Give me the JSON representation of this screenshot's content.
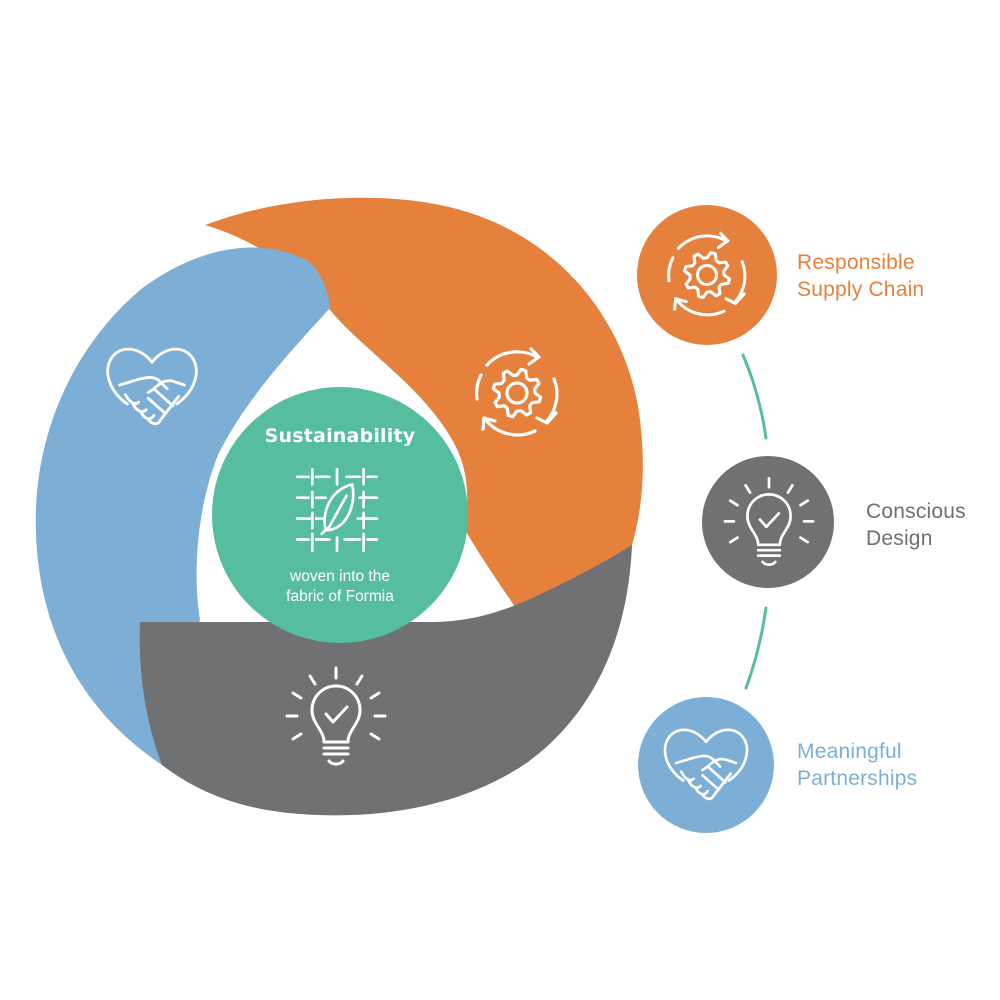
{
  "colors": {
    "orange": "#E5803D",
    "blue": "#7DAFD6",
    "gray": "#707173",
    "teal": "#56BE9E",
    "white": "#FFFFFF"
  },
  "center": {
    "title": "Sustainability",
    "subtitle_line1": "woven into the",
    "subtitle_line2": "fabric of Formia",
    "icon": "woven-leaf-icon"
  },
  "segments": [
    {
      "name": "orange-segment",
      "icon": "gear-cycle-icon"
    },
    {
      "name": "blue-segment",
      "icon": "heart-handshake-icon"
    },
    {
      "name": "gray-segment",
      "icon": "lightbulb-check-icon"
    }
  ],
  "legend": [
    {
      "line1": "Responsible",
      "line2": "Supply Chain",
      "icon": "gear-cycle-icon",
      "color": "#E5803D",
      "text_color": "#E5803D"
    },
    {
      "line1": "Conscious",
      "line2": "Design",
      "icon": "lightbulb-check-icon",
      "color": "#707173",
      "text_color": "#6E6F71"
    },
    {
      "line1": "Meaningful",
      "line2": "Partnerships",
      "icon": "heart-handshake-icon",
      "color": "#7DAFD6",
      "text_color": "#7DAFD6"
    }
  ]
}
